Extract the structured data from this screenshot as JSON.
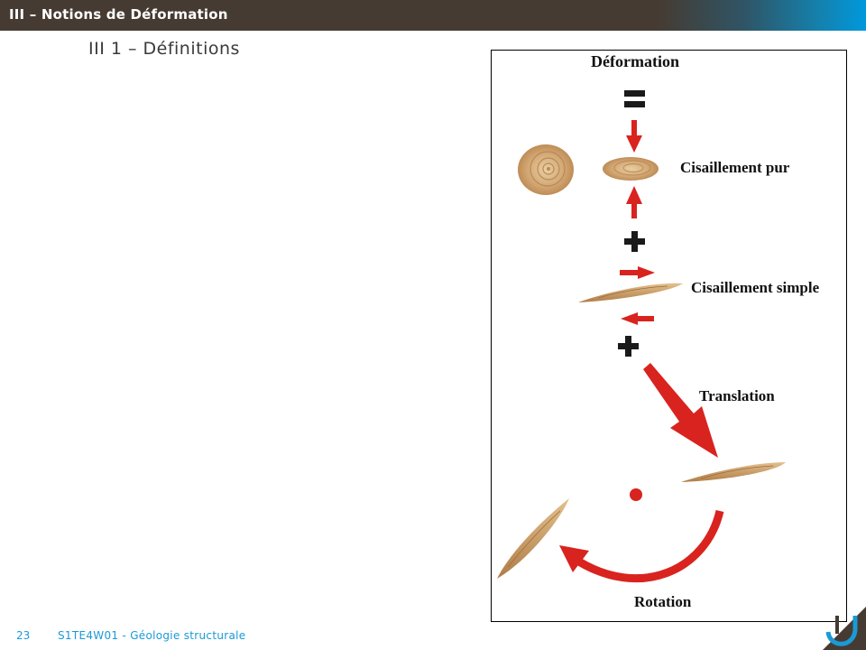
{
  "header": {
    "title": "III – Notions de Déformation"
  },
  "slide": {
    "subtitle": "III 1 – Définitions"
  },
  "figure": {
    "title": "Déformation",
    "operators": [
      "=",
      "+",
      "+"
    ],
    "labels": {
      "pure_shear": "Cisaillement pur",
      "simple_shear": "Cisaillement simple",
      "translation": "Translation",
      "rotation": "Rotation"
    },
    "colors": {
      "arrow": "#d9231f",
      "fossil": "#c99a62",
      "operator": "#1a1a1a"
    }
  },
  "footer": {
    "page_number": "23",
    "course": "S1TE4W01 - Géologie  structurale"
  },
  "brand": {
    "logo_icon": "university-u-logo",
    "dark": "#463b32",
    "accent": "#0099dd"
  }
}
